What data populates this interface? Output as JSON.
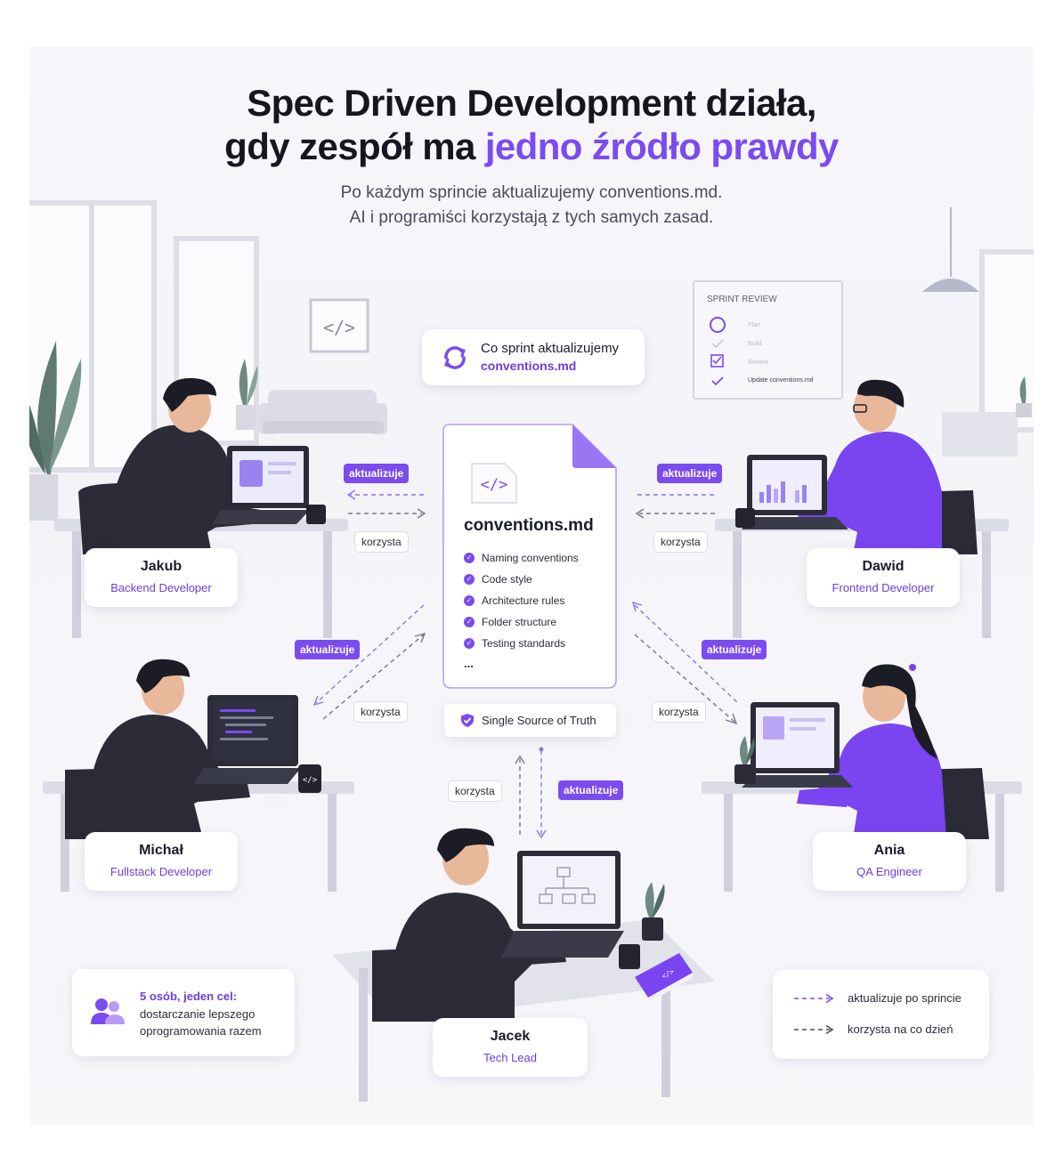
{
  "header": {
    "title_line1": "Spec Driven Development działa,",
    "title_line2_prefix": "gdy zespół ma ",
    "title_line2_highlight": "jedno źródło prawdy",
    "subtitle_line1": "Po każdym sprincie aktualizujemy conventions.md.",
    "subtitle_line2": "AI i programiści korzystają z tych samych zasad."
  },
  "sprint_note": {
    "line1": "Co sprint aktualizujemy",
    "line2": "conventions.md"
  },
  "sprint_review": {
    "title": "SPRINT REVIEW",
    "items": [
      "Plan",
      "Build",
      "Review",
      "Update conventions.md"
    ]
  },
  "document": {
    "title": "conventions.md",
    "items": [
      "Naming conventions",
      "Code style",
      "Architecture rules",
      "Folder structure",
      "Testing standards"
    ],
    "ellipsis": "..."
  },
  "sst_label": "Single Source of Truth",
  "labels": {
    "updates": "aktualizuje",
    "uses": "korzysta"
  },
  "people": [
    {
      "name": "Jakub",
      "role": "Backend Developer"
    },
    {
      "name": "Dawid",
      "role": "Frontend Developer"
    },
    {
      "name": "Michał",
      "role": "Fullstack Developer"
    },
    {
      "name": "Ania",
      "role": "QA Engineer"
    },
    {
      "name": "Jacek",
      "role": "Tech Lead"
    }
  ],
  "team_note": {
    "heading": "5 osób, jeden cel:",
    "line1": "dostarczanie lepszego",
    "line2": "oprogramowania razem"
  },
  "legend": {
    "updates": "aktualizuje po sprincie",
    "uses": "korzysta na co dzień"
  },
  "colors": {
    "accent": "#7b4bf0",
    "dark": "#2a2b36",
    "hoodie": "#7a44f0"
  }
}
